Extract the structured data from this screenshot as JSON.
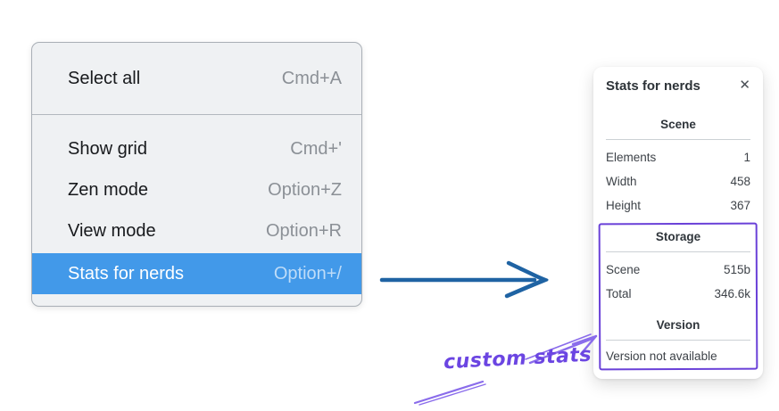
{
  "menu": {
    "items": [
      {
        "label": "Select all",
        "shortcut": "Cmd+A",
        "highlighted": false
      },
      {
        "label": "Show grid",
        "shortcut": "Cmd+'",
        "highlighted": false
      },
      {
        "label": "Zen mode",
        "shortcut": "Option+Z",
        "highlighted": false
      },
      {
        "label": "View mode",
        "shortcut": "Option+R",
        "highlighted": false
      },
      {
        "label": "Stats for nerds",
        "shortcut": "Option+/",
        "highlighted": true
      }
    ]
  },
  "panel": {
    "title": "Stats for nerds",
    "close_icon": "✕",
    "sections": [
      {
        "header": "Scene",
        "rows": [
          {
            "label": "Elements",
            "value": "1"
          },
          {
            "label": "Width",
            "value": "458"
          },
          {
            "label": "Height",
            "value": "367"
          }
        ]
      },
      {
        "header": "Storage",
        "rows": [
          {
            "label": "Scene",
            "value": "515b"
          },
          {
            "label": "Total",
            "value": "346.6k"
          }
        ]
      },
      {
        "header": "Version",
        "note": "Version not available"
      }
    ]
  },
  "annotation": {
    "label": "custom stats"
  },
  "colors": {
    "menu_highlight": "#4299e9",
    "menu_highlight_shortcut": "#bedcf8",
    "arrow_blue": "#1f63a3",
    "box_purple": "#6a41d8",
    "sketch_purple": "#8a6ceb",
    "annotation_purple": "#6b45e2"
  }
}
